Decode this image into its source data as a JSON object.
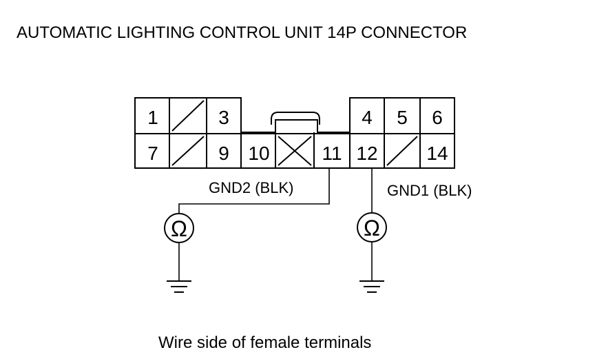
{
  "title": "AUTOMATIC LIGHTING CONTROL UNIT 14P CONNECTOR",
  "caption": "Wire side of female terminals",
  "connector": {
    "top_row": [
      "1",
      "",
      "3",
      "4",
      "5",
      "6"
    ],
    "bottom_row": [
      "7",
      "",
      "9",
      "10",
      "",
      "11",
      "12",
      "",
      "14"
    ]
  },
  "wires": {
    "gnd2_label": "GND2 (BLK)",
    "gnd1_label": "GND1 (BLK)"
  },
  "meter_symbol": "Ω",
  "colors": {
    "line": "#000000",
    "background": "#ffffff"
  }
}
